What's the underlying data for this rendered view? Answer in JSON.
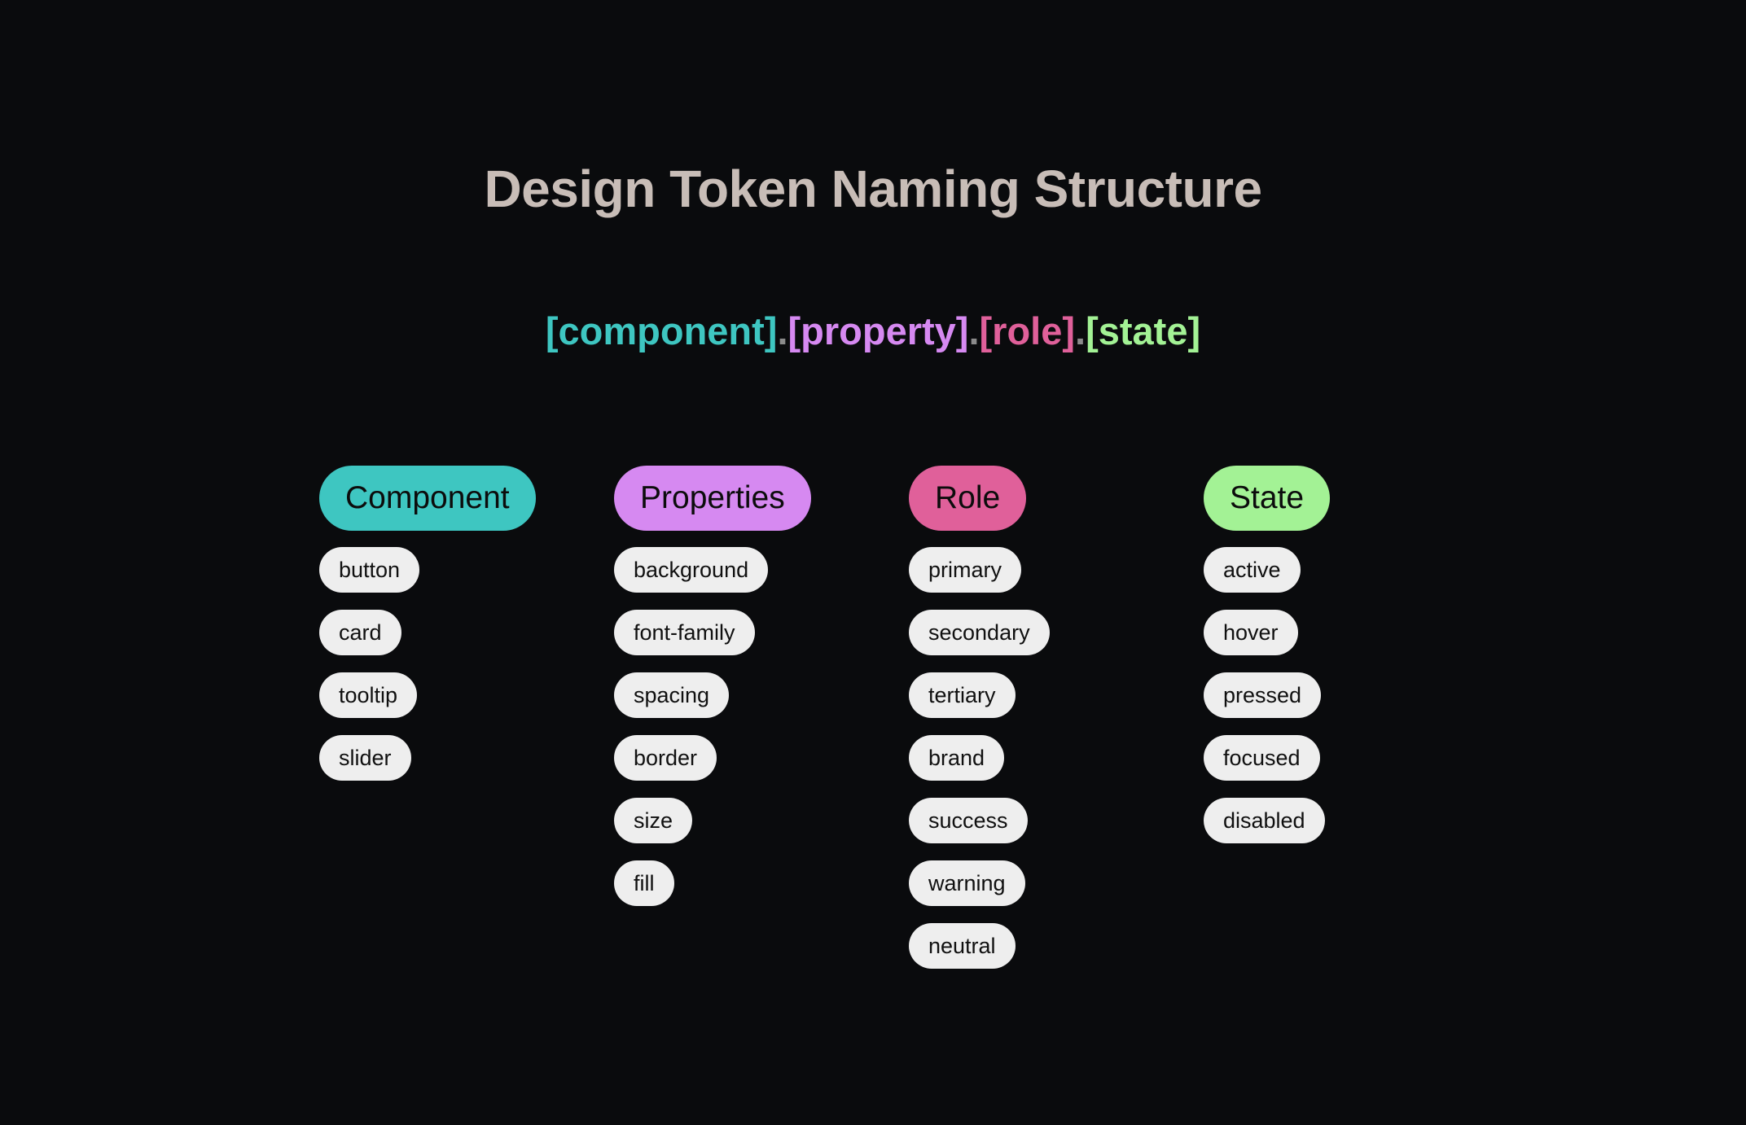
{
  "title": "Design Token Naming Structure",
  "formula": {
    "segments": [
      {
        "text": "[component]",
        "color": "#3ec6c1"
      },
      {
        "text": ".",
        "color": "#8b8b8b"
      },
      {
        "text": "[property]",
        "color": "#d689f1"
      },
      {
        "text": ".",
        "color": "#8b8b8b"
      },
      {
        "text": "[role]",
        "color": "#e0609a"
      },
      {
        "text": ".",
        "color": "#8b8b8b"
      },
      {
        "text": "[state]",
        "color": "#a3f295"
      }
    ]
  },
  "columns": [
    {
      "header": "Component",
      "color": "#3ec6c1",
      "items": [
        "button",
        "card",
        "tooltip",
        "slider"
      ]
    },
    {
      "header": "Properties",
      "color": "#d689f1",
      "items": [
        "background",
        "font-family",
        "spacing",
        "border",
        "size",
        "fill"
      ]
    },
    {
      "header": "Role",
      "color": "#e0609a",
      "items": [
        "primary",
        "secondary",
        "tertiary",
        "brand",
        "success",
        "warning",
        "neutral"
      ]
    },
    {
      "header": "State",
      "color": "#a3f295",
      "items": [
        "active",
        "hover",
        "pressed",
        "focused",
        "disabled"
      ]
    }
  ]
}
